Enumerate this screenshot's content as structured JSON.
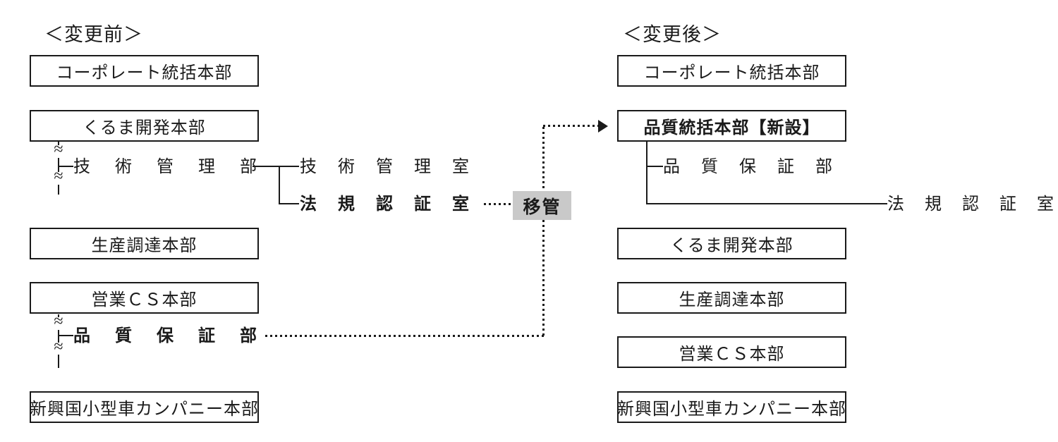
{
  "headings": {
    "before": "＜変更前＞",
    "after": "＜変更後＞"
  },
  "before": {
    "boxes": [
      "コーポレート統括本部",
      "くるま開発本部",
      "生産調達本部",
      "営業ＣＳ本部",
      "新興国小型車カンパニー本部"
    ],
    "kuruma_dept": "技術管理部",
    "kuruma_rooms": [
      "技術管理室",
      "法規認証室"
    ],
    "eigyo_dept": "品質保証部"
  },
  "after": {
    "boxes": [
      "コーポレート統括本部",
      "品質統括本部【新設】",
      "くるま開発本部",
      "生産調達本部",
      "営業ＣＳ本部",
      "新興国小型車カンパニー本部"
    ],
    "new_hq_children": [
      "品質保証部",
      "法規認証室"
    ]
  },
  "transfer_label": "移管",
  "break_symbol": "≈",
  "colors": {
    "line": "#1a1a1a",
    "transfer_badge_bg": "#c9c9c9",
    "background": "#ffffff"
  }
}
